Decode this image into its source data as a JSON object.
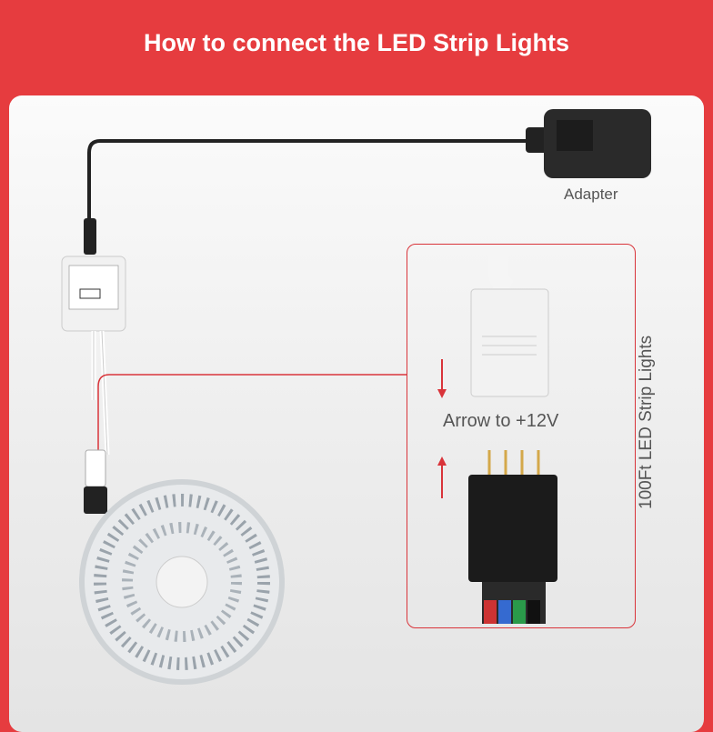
{
  "title": "How to connect the LED Strip Lights",
  "labels": {
    "adapter": "Adapter",
    "arrow_hint": "Arrow to +12V",
    "strip": "100Ft LED Strip Lights"
  },
  "colors": {
    "brand_red": "#e63c3f",
    "accent_red": "#d9343a"
  }
}
